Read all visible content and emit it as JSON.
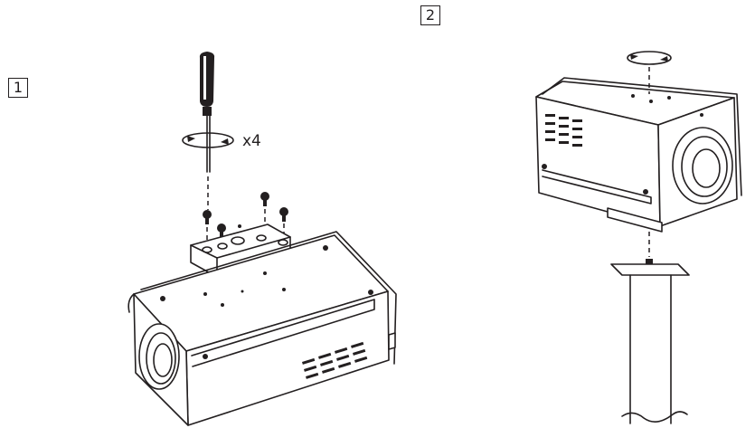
{
  "steps": [
    {
      "label": "1"
    },
    {
      "label": "2"
    }
  ],
  "step1": {
    "quantity_label": "x4"
  },
  "icons": [
    "screwdriver-icon",
    "rotate-arrow-icon",
    "screw-icon",
    "camera-icon",
    "mounting-bracket-icon",
    "mount-pole-icon"
  ]
}
